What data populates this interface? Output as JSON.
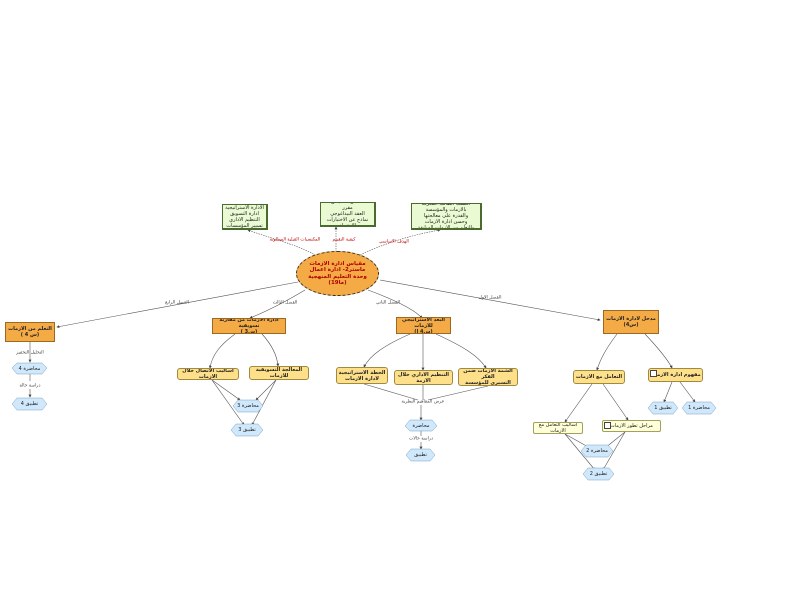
{
  "center": {
    "text": "مقياس ادارة الازمات\nماستر2- ادارة اعمال\nوحدة التعليم المنهجية\n(ما19)"
  },
  "top_notes": {
    "left": "الادارة الاستراتيجية\nادارة التسويق\nالتنظيم الاداري\nتسيير المؤسسات",
    "middle": "مداخل المقياس\nمقرر\nالعقد البيداغوجي\nنماذج عن الاختبارات\nالانشطة",
    "right": "اكتسب الطالب المعرفة\nبالازمات والمؤسسة\nوالقدرة على معالجتها\nوحسن ادارة الازمات\nوالتعلم من الازمات السابقة"
  },
  "top_labels": {
    "left": "المكتسبات القبلية المطلوبة",
    "middle": "كيفية التقييم",
    "right": "الهدف الاساسي"
  },
  "chapters": {
    "first": {
      "label": "الفصل الاول",
      "title": "مدخل لادارة الازمات\n(س4)"
    },
    "second": {
      "label": "الفصل الثاني",
      "title": "البعد الاستراتيجي للازمات\n(س4 ا)"
    },
    "third": {
      "label": "الفصل الثالث",
      "title": "ادارة الازمات من مقاربة تسويقية\n(س3 )"
    },
    "fourth": {
      "label": "الفصل الرابع",
      "title": "التعلم من الازمات\n(س 4 )"
    }
  },
  "ch1": {
    "concept": "مفهوم ادارة الازمات",
    "dealing": "التعامل مع الازمات",
    "lecture1": "محاضرة 1",
    "apply1": "تطبيق 1",
    "methods": "اساليب التعامل مع الازمات",
    "stages": "مراحل تطور الازمات",
    "lecture2": "محاضرة 2",
    "apply2": "تطبيق 2"
  },
  "ch2": {
    "strategic_plan": "الخطة الاستراتيجية\nلادارة الازمات",
    "admin_org": "التنظيم الاداري خلال الازمة",
    "holistic": "الشمة الازمات ضمن الفكر\nالتسيري للمؤسسة",
    "theory": "عرض المفاهيم النظرية",
    "lecture": "محاضرة",
    "case": "دراسة حالات",
    "apply": "تطبيق"
  },
  "ch3": {
    "marketing_treatment": "المعالجة التسويقية للازمات",
    "comm_methods": "اساليب الاتصال خلال الازمات",
    "lecture": "محاضرة 3",
    "apply": "تطبيق 3"
  },
  "ch4": {
    "edge_label": "التحليل التحفيز",
    "lecture": "محاضرة 4",
    "case": "دراسة حالة",
    "apply": "تطبيق 4"
  },
  "colors": {
    "orange": "#f4aa45",
    "yellow": "#ffe08a",
    "light_yellow": "#ffffd8",
    "green": "#eafbd4",
    "blue": "#cfe8fb"
  }
}
